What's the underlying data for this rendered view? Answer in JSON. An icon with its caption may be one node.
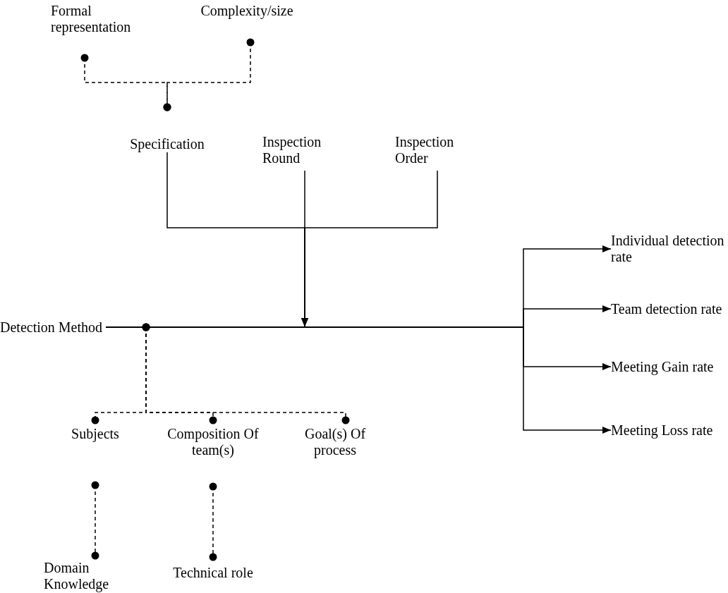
{
  "diagram": {
    "nodes": [
      {
        "text": [
          "Formal representation"
        ]
      },
      {
        "text": [
          "Complexity/size"
        ]
      },
      {
        "text": [
          "Specification"
        ]
      },
      {
        "text": [
          "Inspection Round"
        ]
      },
      {
        "text": [
          "Inspection Order"
        ]
      },
      {
        "text": [
          "Detection Method"
        ]
      },
      {
        "text": [
          "Subjects"
        ]
      },
      {
        "text": [
          "Composition Of team(s)"
        ]
      },
      {
        "text": [
          "Goal(s) Of process"
        ]
      },
      {
        "text": [
          "Domain Knowledge"
        ]
      },
      {
        "text": [
          "Technical role"
        ]
      },
      {
        "text": [
          "Individual detection rate"
        ]
      },
      {
        "text": [
          "Team detection rate"
        ]
      },
      {
        "text": [
          "Meeting Gain rate"
        ]
      },
      {
        "text": [
          "Meeting Loss rate"
        ]
      }
    ],
    "edges": [
      {
        "from": 0,
        "to": 2,
        "arrow": "other",
        "style": "dashed"
      },
      {
        "from": 1,
        "to": 2,
        "arrow": "other",
        "style": "dashed"
      },
      {
        "from": 2,
        "to": null,
        "arrow": "to"
      },
      {
        "from": 3,
        "to": null,
        "arrow": "to"
      },
      {
        "from": 4,
        "to": null,
        "arrow": "to"
      },
      {
        "from": 5,
        "to": 11,
        "arrow": "to"
      },
      {
        "from": 5,
        "to": 12,
        "arrow": "to"
      },
      {
        "from": 5,
        "to": 13,
        "arrow": "to"
      },
      {
        "from": 5,
        "to": 14,
        "arrow": "to"
      },
      {
        "from": null,
        "to": 6,
        "arrow": "other",
        "style": "dashed"
      },
      {
        "from": null,
        "to": 7,
        "arrow": "other",
        "style": "dashed"
      },
      {
        "from": null,
        "to": 8,
        "arrow": "other",
        "style": "dashed"
      },
      {
        "from": 6,
        "to": 9,
        "arrow": "other",
        "style": "dashed"
      },
      {
        "from": 7,
        "to": 10,
        "arrow": "other",
        "style": "dashed"
      }
    ]
  }
}
